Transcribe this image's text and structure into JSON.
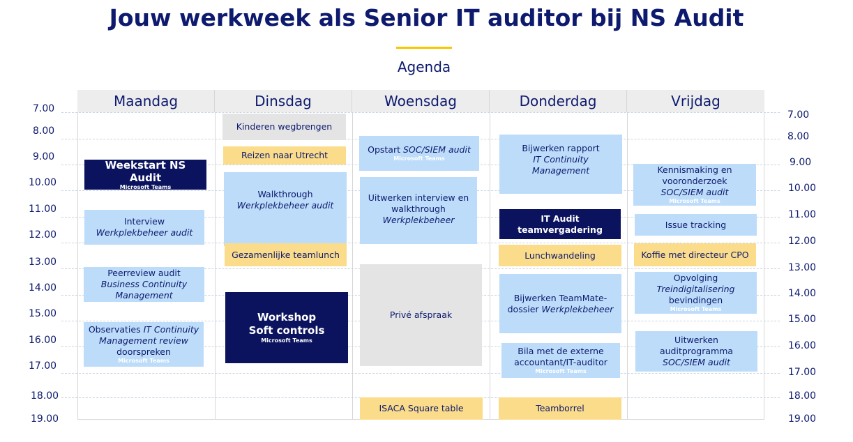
{
  "header": {
    "title": "Jouw werkweek als Senior IT auditor bij NS Audit",
    "subtitle": "Agenda"
  },
  "days": [
    "Maandag",
    "Dinsdag",
    "Woensdag",
    "Donderdag",
    "Vrijdag"
  ],
  "times_left": [
    "7.00",
    "8.00",
    "9.00",
    "10.00",
    "11.00",
    "12.00",
    "13.00",
    "14.00",
    "15.00",
    "16.00",
    "17.00",
    "18.00",
    "19.00"
  ],
  "times_right": [
    "7.00",
    "8.00",
    "9.00",
    "10.00",
    "11.00",
    "12.00",
    "13.00",
    "14.00",
    "15.00",
    "16.00",
    "17.00",
    "18.00",
    "19.00"
  ],
  "events": {
    "ma1": {
      "l1": "Weekstart NS Audit",
      "tag": "Microsoft Teams"
    },
    "ma2": {
      "l1": "Interview",
      "l2": "Werkplekbeheer audit"
    },
    "ma3": {
      "l1": "Peerreview audit",
      "l2": "Business Continuity Management"
    },
    "ma4": {
      "l1": "Observaties",
      "l2": "IT Continuity Management review",
      "l3": "doorspreken",
      "tag": "Microsoft Teams"
    },
    "di1": {
      "l1": "Kinderen wegbrengen"
    },
    "di2": {
      "l1": "Reizen naar Utrecht"
    },
    "di3": {
      "l1": "Walkthrough",
      "l2": "Werkplekbeheer audit"
    },
    "di4": {
      "l1": "Gezamenlijke teamlunch"
    },
    "di5": {
      "l1": "Workshop",
      "l2": "Soft controls",
      "tag": "Microsoft Teams"
    },
    "wo1": {
      "l1": "Opstart",
      "l2": "SOC/SIEM audit",
      "tag": "Microsoft Teams"
    },
    "wo2": {
      "l1": "Uitwerken interview en walkthrough",
      "l2": "Werkplekbeheer"
    },
    "wo3": {
      "l1": "Privé afspraak"
    },
    "wo4": {
      "l1": "ISACA Square table"
    },
    "do1": {
      "l1": "Bijwerken rapport",
      "l2": "IT Continuity Management"
    },
    "do2": {
      "l1": "IT Audit",
      "l2": "teamvergadering"
    },
    "do3": {
      "l1": "Lunchwandeling"
    },
    "do4": {
      "l1": "Bijwerken TeamMate-dossier",
      "l2": "Werkplekbeheer"
    },
    "do5": {
      "l1": "Bila met de externe accountant/IT-auditor",
      "tag": "Microsoft Teams"
    },
    "do6": {
      "l1": "Teamborrel"
    },
    "vr1": {
      "l1": "Kennismaking en vooronderzoek",
      "l2": "SOC/SIEM audit",
      "tag": "Microsoft Teams"
    },
    "vr2": {
      "l1": "Issue tracking"
    },
    "vr3": {
      "l1": "Koffie met directeur CPO"
    },
    "vr4": {
      "l1": "Opvolging",
      "l2": "Treindigitalisering",
      "l3": "bevindingen",
      "tag": "Microsoft Teams"
    },
    "vr5": {
      "l1": "Uitwerken auditprogramma",
      "l2": "SOC/SIEM audit"
    }
  },
  "colors": {
    "navy": "#0b135e",
    "light_blue": "#bcdcfa",
    "yellow": "#fbdc8a",
    "grey": "#e4e4e4",
    "accent": "#f7c800"
  }
}
